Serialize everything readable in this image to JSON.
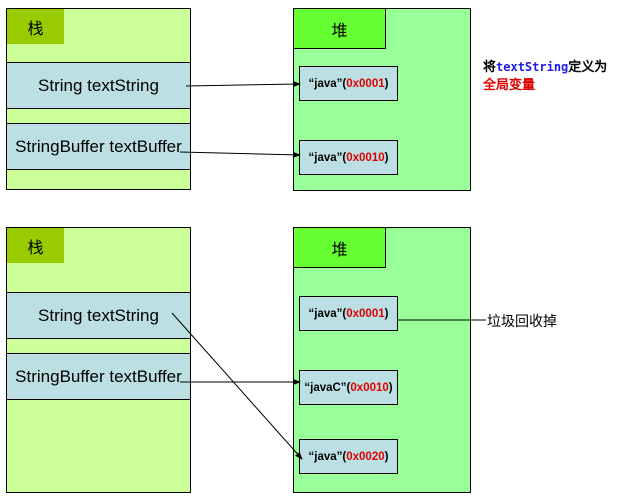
{
  "top": {
    "stack_label": "栈",
    "heap_label": "堆",
    "stack_rows": [
      "String textString",
      "StringBuffer textBuffer"
    ],
    "heap_items": [
      {
        "value": "“java”(",
        "address": "0x0001",
        "close": " )"
      },
      {
        "value": "“java”(",
        "address": "0x0010",
        "close": " )"
      }
    ],
    "note": {
      "prefix": "将",
      "code": "textString",
      "suffix": "定义为",
      "line2": "全局变量"
    }
  },
  "bottom": {
    "stack_label": "栈",
    "heap_label": "堆",
    "stack_rows": [
      "String textString",
      "StringBuffer textBuffer"
    ],
    "heap_items": [
      {
        "value": "“java”(",
        "address": "0x0001",
        "close": " )"
      },
      {
        "value": "“javaC”(",
        "address": "0x0010",
        "close": " )"
      },
      {
        "value": "“java”(",
        "address": "0x0020",
        "close": " )"
      }
    ],
    "gc_label": "垃圾回收掉"
  },
  "colors": {
    "stack": "#ccff99",
    "stack_label": "#99cc00",
    "heap": "#99ff99",
    "heap_label": "#66ff33",
    "cell": "#bbdfe3",
    "address": "#e00000"
  }
}
